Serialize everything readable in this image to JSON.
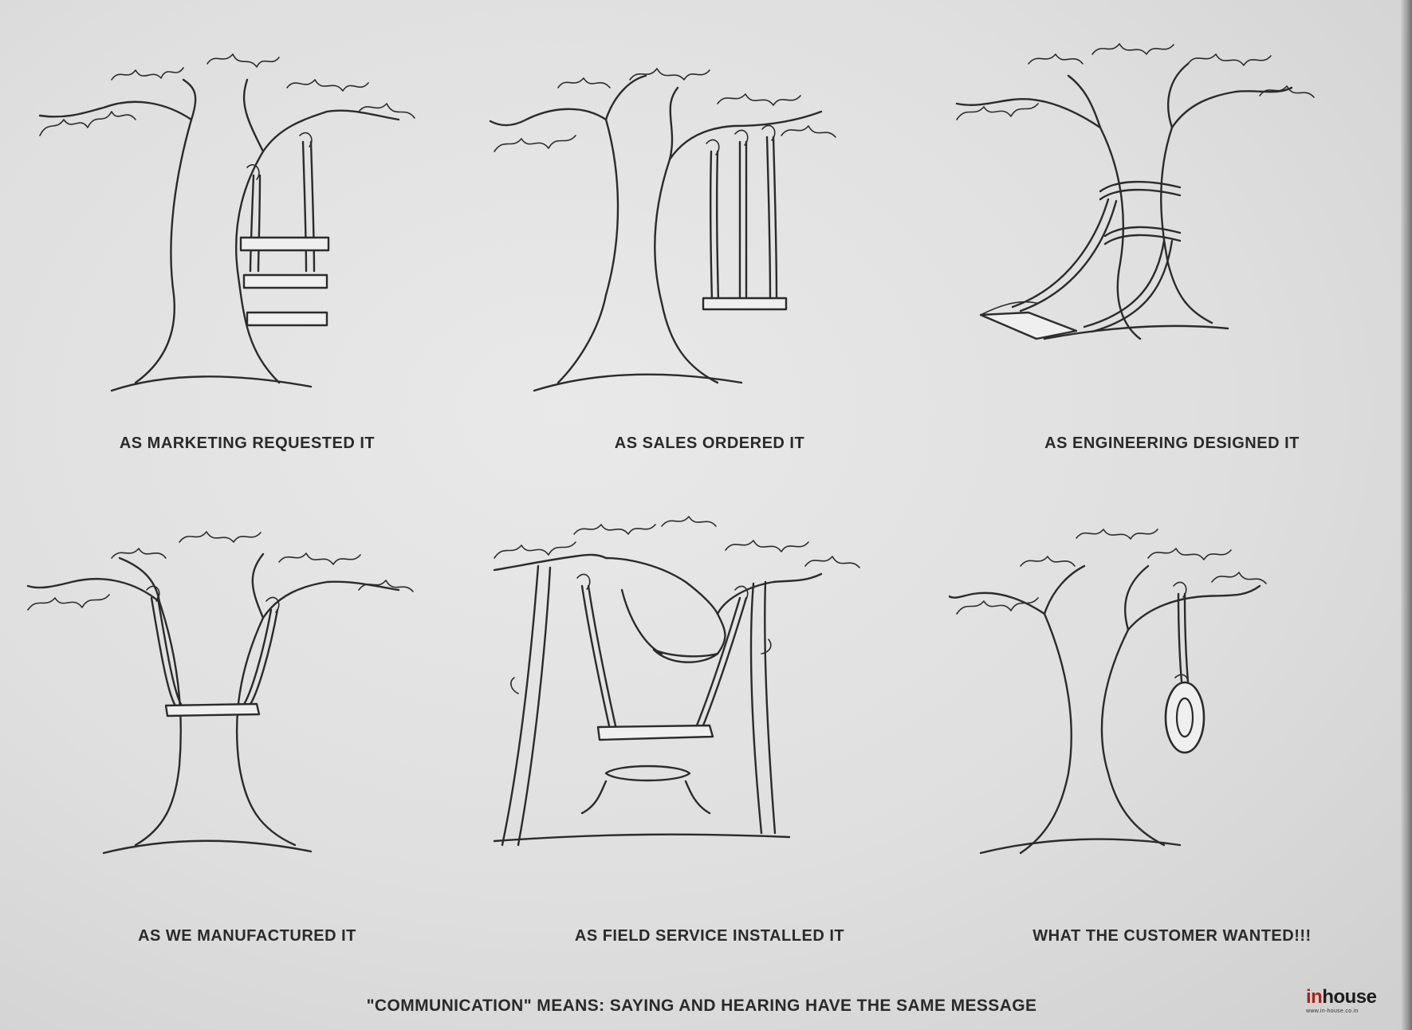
{
  "captions": {
    "marketing": "AS MARKETING REQUESTED IT",
    "sales": "AS SALES ORDERED IT",
    "engineering": "AS ENGINEERING DESIGNED IT",
    "manufacturing": "AS WE MANUFACTURED IT",
    "field_service": "AS FIELD SERVICE INSTALLED IT",
    "customer": "WHAT THE CUSTOMER WANTED!!!"
  },
  "moral": "\"COMMUNICATION\" MEANS:  SAYING AND HEARING HAVE THE SAME MESSAGE",
  "logo": {
    "in": "in",
    "house": "house",
    "url": "www.in-house.co.in"
  },
  "colors": {
    "paper": "#e2e2e2",
    "ink": "#2b2b2b",
    "logo_accent": "#b0201c"
  }
}
